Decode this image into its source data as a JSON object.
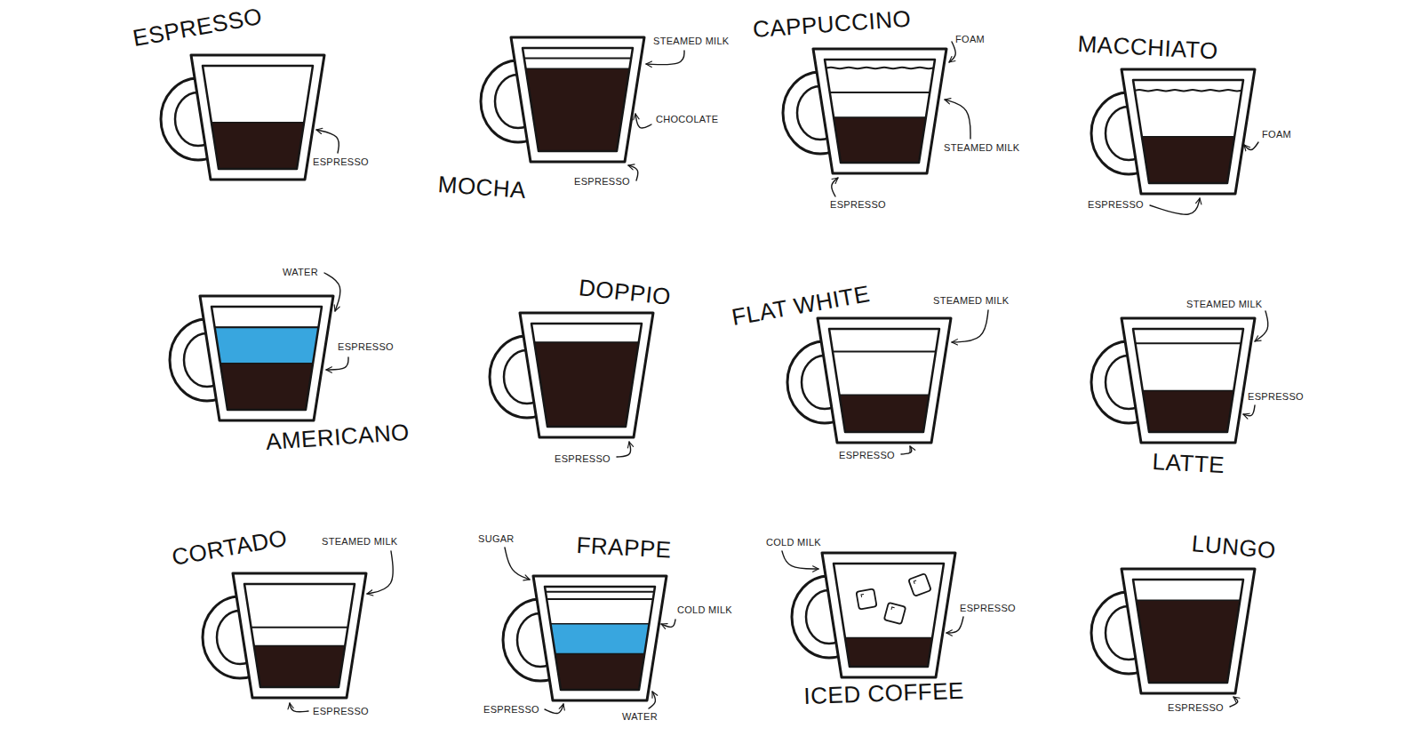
{
  "diagram": {
    "nodes": [
      {
        "text": [
          "ESPRESSO"
        ]
      },
      {
        "text": [
          "MOCHA"
        ]
      },
      {
        "text": [
          "CAPPUCCINO"
        ]
      },
      {
        "text": [
          "MACCHIATO"
        ]
      },
      {
        "text": [
          "AMERICANO"
        ]
      },
      {
        "text": [
          "DOPPIO"
        ]
      },
      {
        "text": [
          "FLAT WHITE"
        ]
      },
      {
        "text": [
          "LATTE"
        ]
      },
      {
        "text": [
          "CORTADO"
        ]
      },
      {
        "text": [
          "FRAPPE"
        ]
      },
      {
        "text": [
          "ICED COFFEE"
        ]
      },
      {
        "text": [
          "LUNGO"
        ]
      }
    ],
    "labels": [
      "ESPRESSO",
      "STEAMED MILK",
      "CHOCOLATE",
      "ESPRESSO",
      "FOAM",
      "STEAMED MILK",
      "ESPRESSO",
      "FOAM",
      "ESPRESSO",
      "WATER",
      "ESPRESSO",
      "ESPRESSO",
      "STEAMED MILK",
      "ESPRESSO",
      "STEAMED MILK",
      "ESPRESSO",
      "STEAMED MILK",
      "ESPRESSO",
      "SUGAR",
      "COLD MILK",
      "ESPRESSO",
      "WATER",
      "COLD MILK",
      "ESPRESSO",
      "ESPRESSO"
    ]
  }
}
